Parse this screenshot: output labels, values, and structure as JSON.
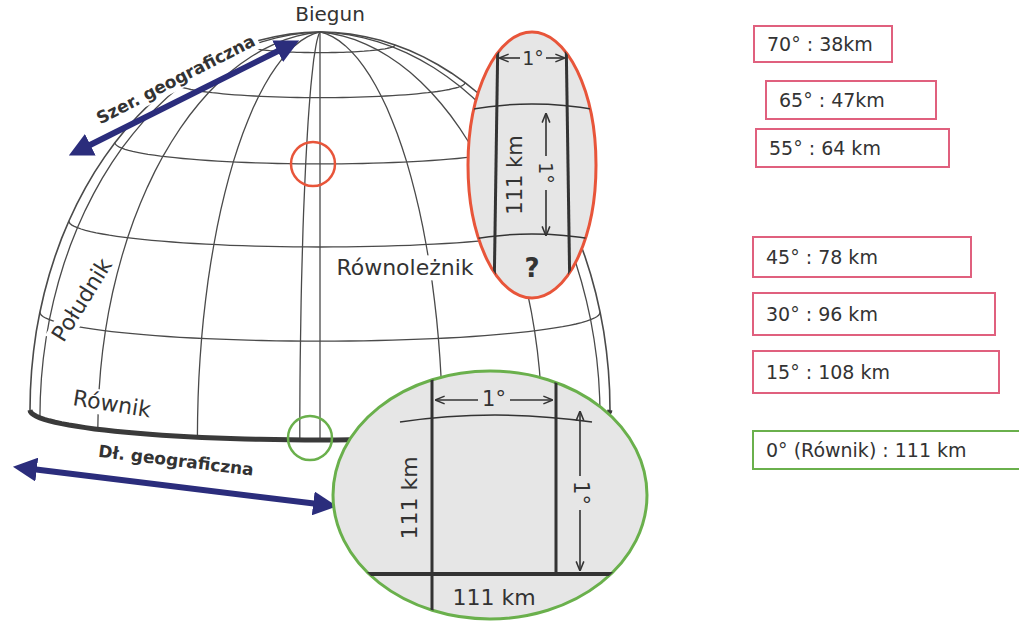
{
  "diagram": {
    "nodes": [
      {
        "text": [
          "1°",
          "111 km",
          "1°",
          "?"
        ]
      },
      {
        "text": [
          "1°",
          "111 km",
          "1°",
          "111 km"
        ]
      },
      {
        "text": [
          "70° : 38km"
        ]
      },
      {
        "text": [
          "65° : 47km"
        ]
      },
      {
        "text": [
          "55° :  64 km"
        ]
      },
      {
        "text": [
          "45° :  78 km"
        ]
      },
      {
        "text": [
          "30° :  96 km"
        ]
      },
      {
        "text": [
          "15° :  108 km"
        ]
      },
      {
        "text": [
          "0° (Równik) :  111 km"
        ]
      }
    ],
    "labels": [
      "Biegun",
      "Szer. geograficzna",
      "Południk",
      "Równoleżnik",
      "Równik",
      "Dł. geograficzna"
    ]
  }
}
